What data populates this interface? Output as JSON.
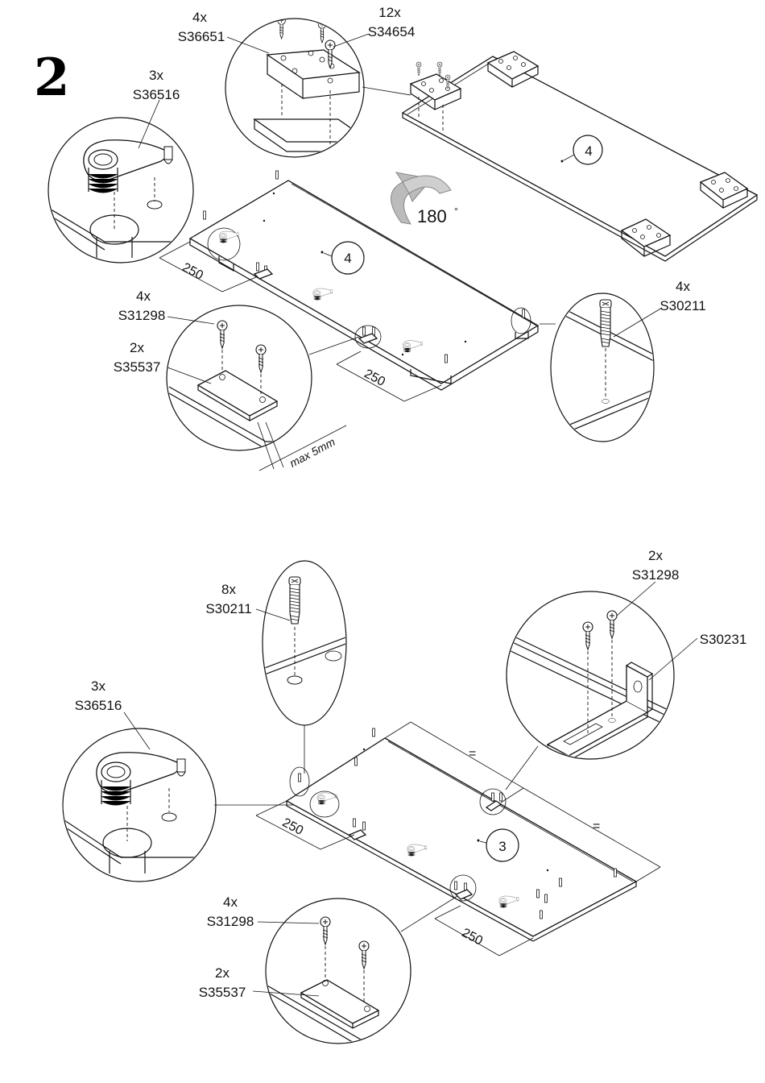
{
  "step": {
    "number": "2"
  },
  "top": {
    "lock_cam_qty": "3x",
    "lock_cam_code": "S36516",
    "block_qty": "4x",
    "block_code": "S36651",
    "block_screw_qty": "12x",
    "block_screw_code": "S34654",
    "screw_qty": "4x",
    "screw_code": "S31298",
    "plate_qty": "2x",
    "plate_code": "S35537",
    "bolt_qty": "4x",
    "bolt_code": "S30211",
    "panel_number": "4",
    "panel_number_flipped": "4",
    "rotation": "180",
    "degree": "°",
    "dim_left": "250",
    "dim_right": "250",
    "max_gap": "max 5mm"
  },
  "bottom": {
    "bolt_qty": "8x",
    "bolt_code": "S30211",
    "lock_cam_qty": "3x",
    "lock_cam_code": "S36516",
    "screw_qty": "4x",
    "screw_code": "S31298",
    "plate_qty": "2x",
    "plate_code": "S35537",
    "bracket_screw_qty": "2x",
    "bracket_screw_code": "S31298",
    "bracket_code": "S30231",
    "panel_number": "3",
    "dim_left": "250",
    "dim_right": "250",
    "equal_top": "=",
    "equal_right": "="
  },
  "style": {
    "line_color": "#111111",
    "background": "#ffffff"
  }
}
